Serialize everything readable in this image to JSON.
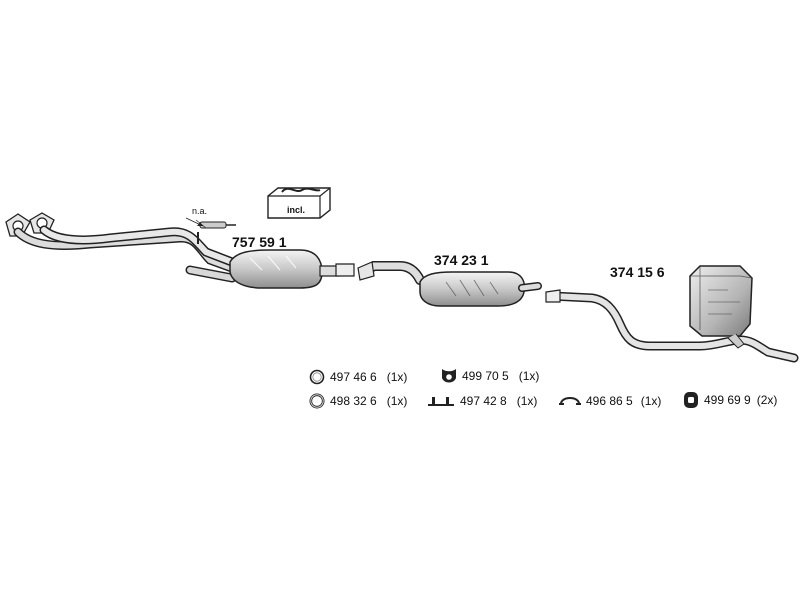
{
  "parts": {
    "front_section": "757 59 1",
    "middle_section": "374 23 1",
    "rear_section": "374 15 6"
  },
  "labels": {
    "not_available": "n.a.",
    "included": "incl."
  },
  "legend": [
    {
      "icon": "ring-icon",
      "code": "497 46 6",
      "qty": "(1x)"
    },
    {
      "icon": "rubber-mount-icon",
      "code": "499 70 5",
      "qty": "(1x)"
    },
    {
      "icon": "thick-ring-icon",
      "code": "498 32 6",
      "qty": "(1x)"
    },
    {
      "icon": "bolt-clamp-icon",
      "code": "497 42 8",
      "qty": "(1x)"
    },
    {
      "icon": "pipe-clamp-icon",
      "code": "496 86 5",
      "qty": "(1x)"
    },
    {
      "icon": "rubber-block-icon",
      "code": "499 69 9",
      "qty": "(2x)"
    }
  ]
}
